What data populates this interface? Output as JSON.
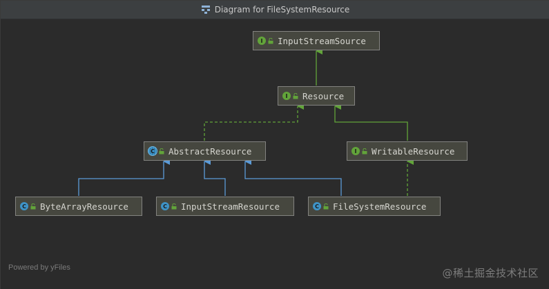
{
  "window": {
    "title": "Diagram for FileSystemResource",
    "title_icon": "diagram-icon"
  },
  "diagram": {
    "nodes": [
      {
        "id": "input-stream-source",
        "label": "InputStreamSource",
        "kind": "interface",
        "badge_letter": "I",
        "icon": "interface-icon"
      },
      {
        "id": "resource",
        "label": "Resource",
        "kind": "interface",
        "badge_letter": "I",
        "icon": "interface-icon"
      },
      {
        "id": "abstract-resource",
        "label": "AbstractResource",
        "kind": "abstract",
        "badge_letter": "C",
        "icon": "abstract-class-icon"
      },
      {
        "id": "writable-resource",
        "label": "WritableResource",
        "kind": "interface",
        "badge_letter": "I",
        "icon": "interface-icon"
      },
      {
        "id": "byte-array-resource",
        "label": "ByteArrayResource",
        "kind": "class",
        "badge_letter": "C",
        "icon": "class-icon"
      },
      {
        "id": "input-stream-resource",
        "label": "InputStreamResource",
        "kind": "class",
        "badge_letter": "C",
        "icon": "class-icon"
      },
      {
        "id": "file-system-resource",
        "label": "FileSystemResource",
        "kind": "class",
        "badge_letter": "C",
        "icon": "class-icon"
      }
    ],
    "edges": [
      {
        "from": "resource",
        "to": "input-stream-source",
        "type": "extends-interface"
      },
      {
        "from": "abstract-resource",
        "to": "resource",
        "type": "implements"
      },
      {
        "from": "writable-resource",
        "to": "resource",
        "type": "extends-interface"
      },
      {
        "from": "byte-array-resource",
        "to": "abstract-resource",
        "type": "extends-class"
      },
      {
        "from": "input-stream-resource",
        "to": "abstract-resource",
        "type": "extends-class"
      },
      {
        "from": "file-system-resource",
        "to": "abstract-resource",
        "type": "extends-class"
      },
      {
        "from": "file-system-resource",
        "to": "writable-resource",
        "type": "implements"
      }
    ]
  },
  "footer": {
    "powered_by": "Powered by yFiles",
    "watermark": "@稀土掘金技术社区"
  },
  "colors": {
    "background": "#2b2b2b",
    "node_fill": "#46473f",
    "node_border": "#838380",
    "interface_edge": "#62a43a",
    "class_edge": "#5b9bd8",
    "interface_badge": "#62a43a",
    "class_badge": "#3e93c7"
  }
}
